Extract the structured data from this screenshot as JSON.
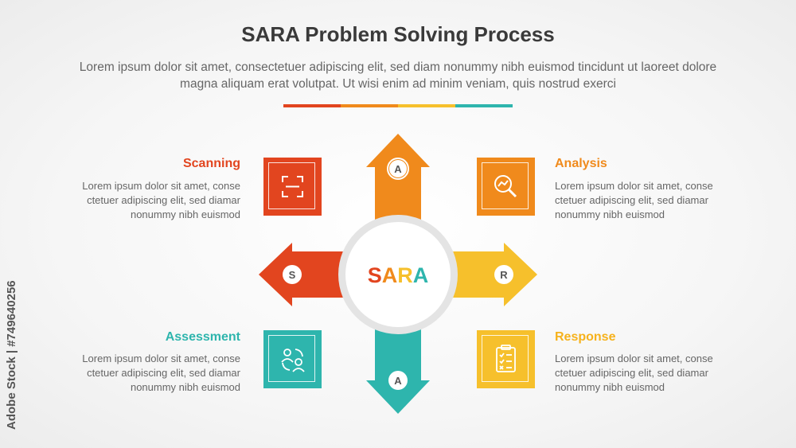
{
  "title": "SARA Problem Solving Process",
  "subtitle": "Lorem ipsum dolor sit amet, consectetuer adipiscing elit, sed diam nonummy nibh euismod tincidunt ut laoreet dolore magna aliquam erat volutpat. Ut wisi enim ad minim veniam, quis nostrud exerci",
  "center": {
    "letters": [
      "S",
      "A",
      "R",
      "A"
    ]
  },
  "colors": {
    "scanning": "#e2451f",
    "analysis": "#f08a1c",
    "response": "#f6c02c",
    "assessment": "#2eb5ad",
    "ring": "#e4e4e4"
  },
  "arrows": {
    "up": "A",
    "left": "S",
    "right": "R",
    "down": "A"
  },
  "steps": {
    "scanning": {
      "title": "Scanning",
      "description": "Lorem ipsum dolor sit amet, conse ctetuer adipiscing elit, sed diamar nonummy nibh euismod",
      "icon": "scan-icon"
    },
    "analysis": {
      "title": "Analysis",
      "description": "Lorem ipsum dolor sit amet, conse ctetuer adipiscing elit, sed diamar nonummy nibh euismod",
      "icon": "magnifier-analysis-icon"
    },
    "assessment": {
      "title": "Assessment",
      "description": "Lorem ipsum dolor sit amet, conse ctetuer adipiscing elit, sed diamar nonummy nibh euismod",
      "icon": "people-cycle-icon"
    },
    "response": {
      "title": "Response",
      "description": "Lorem ipsum dolor sit amet, conse ctetuer adipiscing elit, sed diamar nonummy nibh euismod",
      "icon": "clipboard-checklist-icon"
    }
  },
  "watermark": "Adobe Stock | #749640256"
}
